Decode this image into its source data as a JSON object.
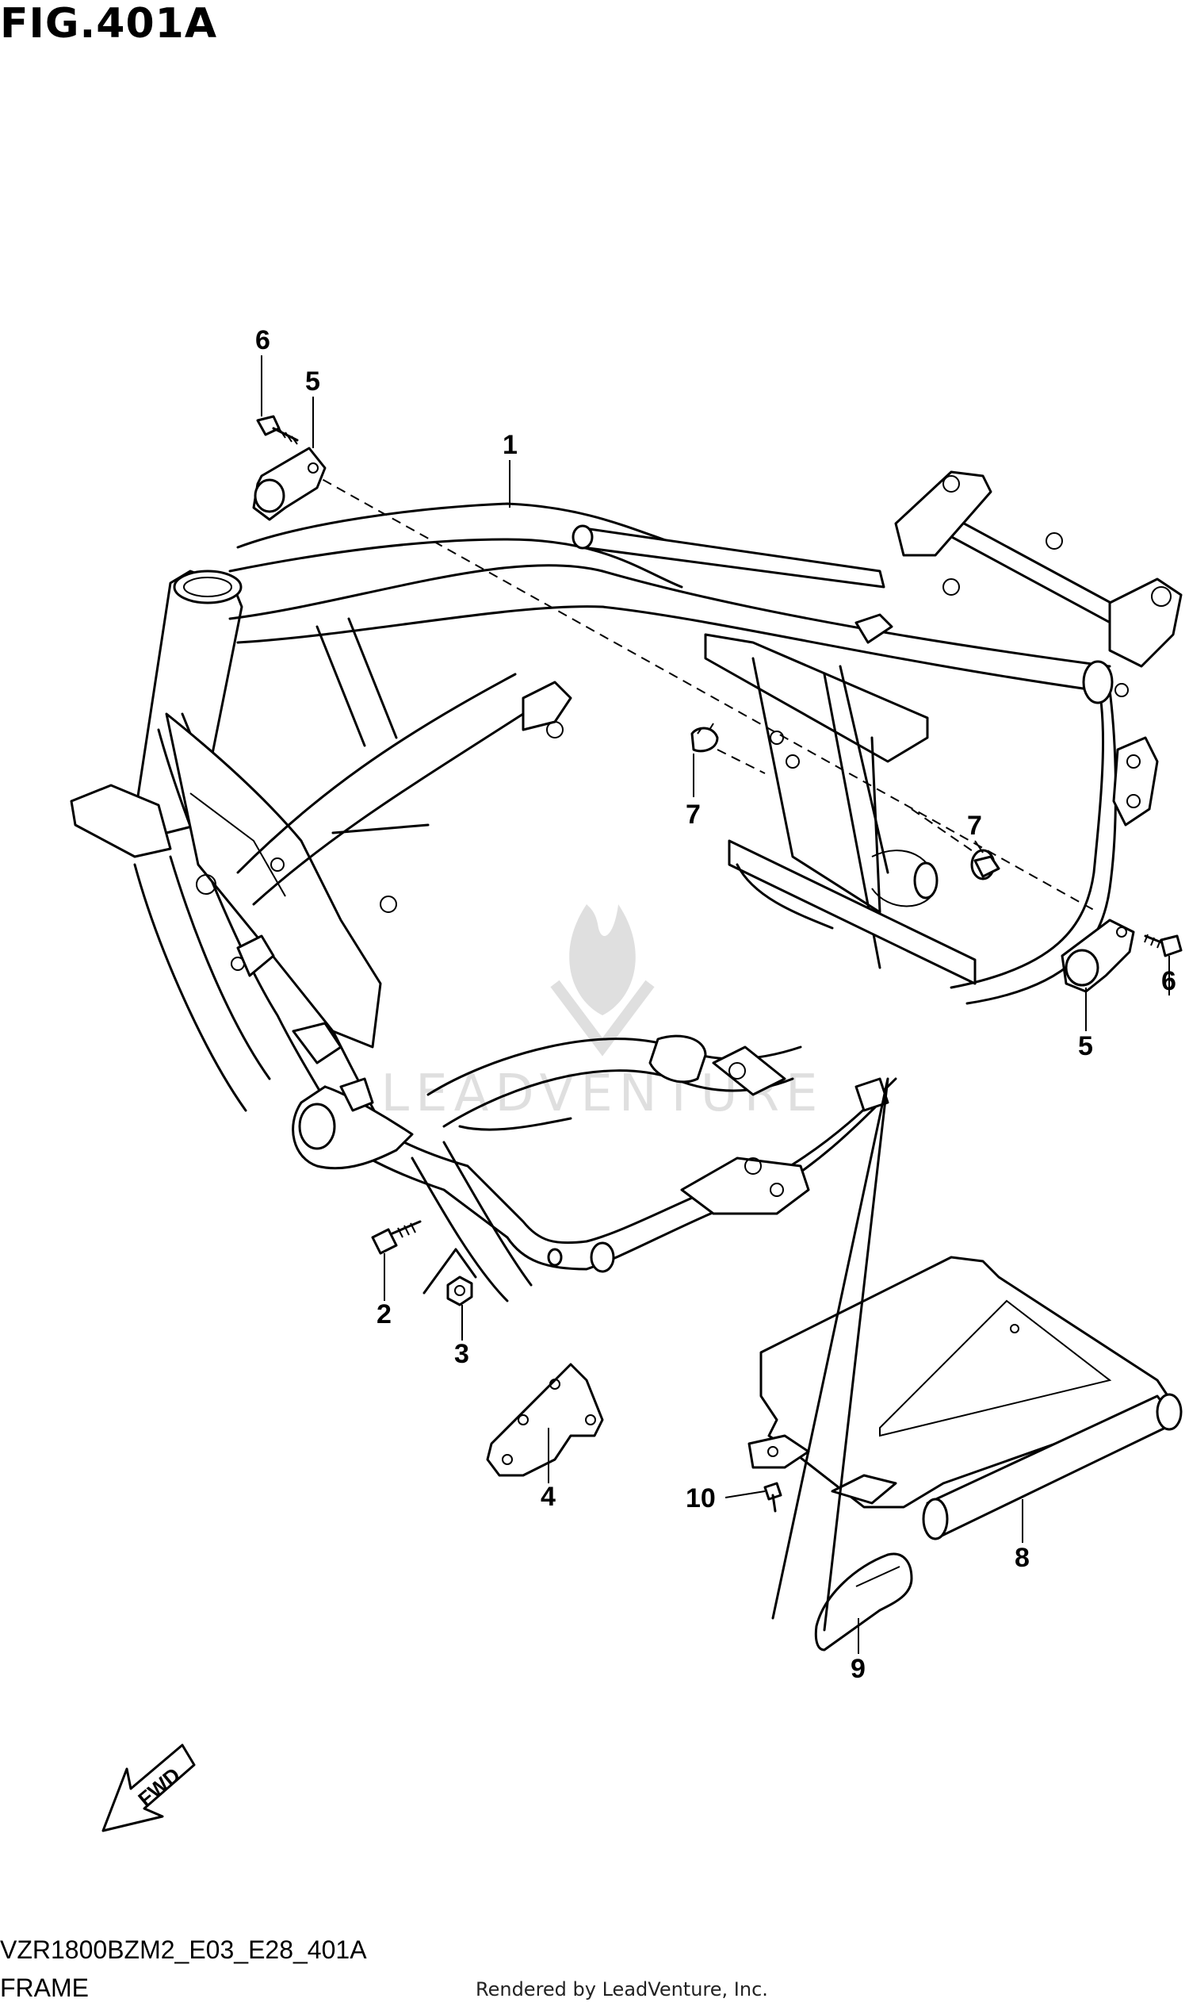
{
  "figure": {
    "title": "FIG.401A",
    "diagram_code": "VZR1800BZM2_E03_E28_401A",
    "section_name": "FRAME",
    "credit": "Rendered by LeadVenture, Inc.",
    "watermark": "LEADVENTURE"
  },
  "callouts": [
    {
      "id": "c6a",
      "label": "6"
    },
    {
      "id": "c5a",
      "label": "5"
    },
    {
      "id": "c1",
      "label": "1"
    },
    {
      "id": "c7a",
      "label": "7"
    },
    {
      "id": "c7b",
      "label": "7"
    },
    {
      "id": "c5b",
      "label": "5"
    },
    {
      "id": "c6b",
      "label": "6"
    },
    {
      "id": "c2",
      "label": "2"
    },
    {
      "id": "c3",
      "label": "3"
    },
    {
      "id": "c4",
      "label": "4"
    },
    {
      "id": "c10",
      "label": "10"
    },
    {
      "id": "c8",
      "label": "8"
    },
    {
      "id": "c9",
      "label": "9"
    }
  ],
  "fwd_arrow": {
    "label": "FWD"
  }
}
